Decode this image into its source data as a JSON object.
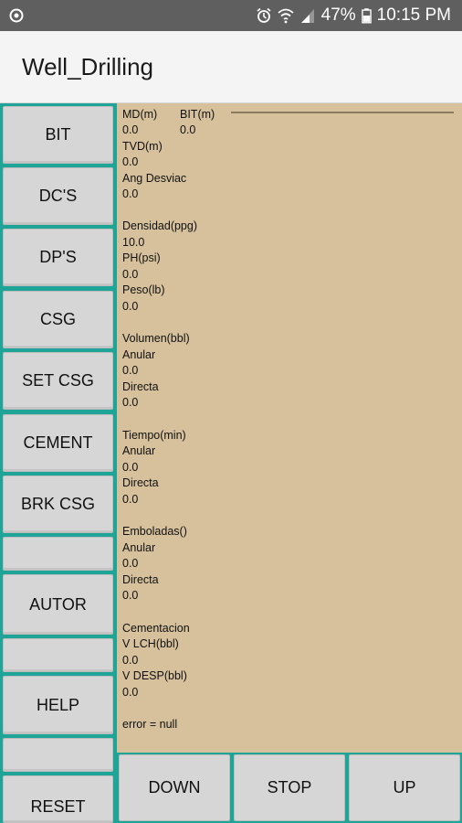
{
  "status": {
    "battery_percent": "47%",
    "time": "10:15 PM"
  },
  "app": {
    "title": "Well_Drilling"
  },
  "sidebar": {
    "buttons": [
      {
        "label": "BIT"
      },
      {
        "label": "DC'S"
      },
      {
        "label": "DP'S"
      },
      {
        "label": "CSG"
      },
      {
        "label": "SET CSG"
      },
      {
        "label": "CEMENT"
      },
      {
        "label": "BRK CSG"
      },
      {
        "label": ""
      },
      {
        "label": "AUTOR"
      },
      {
        "label": ""
      },
      {
        "label": "HELP"
      },
      {
        "label": ""
      },
      {
        "label": "RESET"
      }
    ]
  },
  "panel": {
    "md_label": "MD(m)",
    "md_value": "0.0",
    "bit_label": "BIT(m)",
    "bit_value": "0.0",
    "tvd_label": "TVD(m)",
    "tvd_value": "0.0",
    "ang_label": "Ang Desviac",
    "ang_value": "0.0",
    "densidad_label": "Densidad(ppg)",
    "densidad_value": "10.0",
    "ph_label": "PH(psi)",
    "ph_value": "0.0",
    "peso_label": "Peso(lb)",
    "peso_value": "0.0",
    "volumen_label": "Volumen(bbl)",
    "vol_anular_label": "Anular",
    "vol_anular_value": "0.0",
    "vol_directa_label": "Directa",
    "vol_directa_value": "0.0",
    "tiempo_label": "Tiempo(min)",
    "tiempo_anular_label": "Anular",
    "tiempo_anular_value": "0.0",
    "tiempo_directa_label": "Directa",
    "tiempo_directa_value": "0.0",
    "emboladas_label": "Emboladas()",
    "emb_anular_label": "Anular",
    "emb_anular_value": "0.0",
    "emb_directa_label": "Directa",
    "emb_directa_value": "0.0",
    "cementacion_label": "Cementacion",
    "vlch_label": "V LCH(bbl)",
    "vlch_value": "0.0",
    "vdesp_label": "V DESP(bbl)",
    "vdesp_value": "0.0",
    "error_text": "error = null"
  },
  "controls": {
    "down_label": "DOWN",
    "stop_label": "STOP",
    "up_label": "UP"
  },
  "icons": {
    "status_left": "target-icon",
    "alarm": "alarm-icon",
    "wifi": "wifi-icon",
    "signal": "signal-icon",
    "battery": "battery-icon"
  }
}
